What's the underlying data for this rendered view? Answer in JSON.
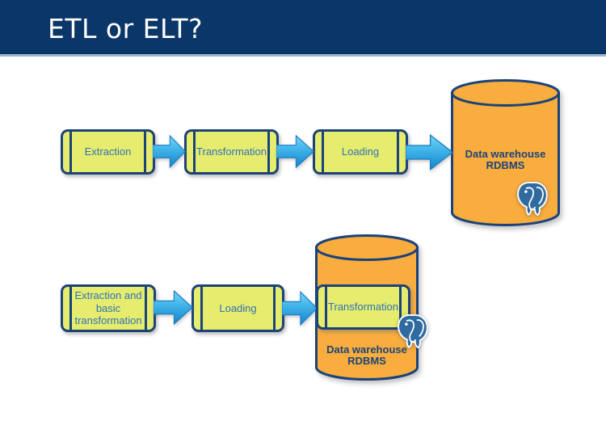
{
  "title": "ETL or ELT?",
  "colors": {
    "header_bg": "#0b3668",
    "header_underline": "#9db6d3",
    "title_text": "#ffffff",
    "process_box_fill": "#e6ec6e",
    "process_box_border": "#1c4379",
    "process_box_text": "#2f72b8",
    "arrow_blue_light": "#74d3f7",
    "arrow_blue_dark": "#1583cc",
    "cylinder_fill": "#f8ad3e",
    "cylinder_border": "#1c4379",
    "warehouse_text": "#1c4379",
    "postgres_logo_blue": "#2f6b9f"
  },
  "etl_flow": {
    "steps": [
      {
        "label": "Extraction"
      },
      {
        "label": "Transformation"
      },
      {
        "label": "Loading"
      }
    ],
    "warehouse": {
      "line1": "Data warehouse",
      "line2": "RDBMS",
      "logo_icon": "postgresql-elephant-icon"
    }
  },
  "elt_flow": {
    "steps": [
      {
        "label": "Extraction and basic transformation"
      },
      {
        "label": "Loading"
      }
    ],
    "warehouse": {
      "inner_step_label": "Transformation",
      "line1": "Data warehouse",
      "line2": "RDBMS",
      "logo_icon": "postgresql-elephant-icon"
    }
  }
}
